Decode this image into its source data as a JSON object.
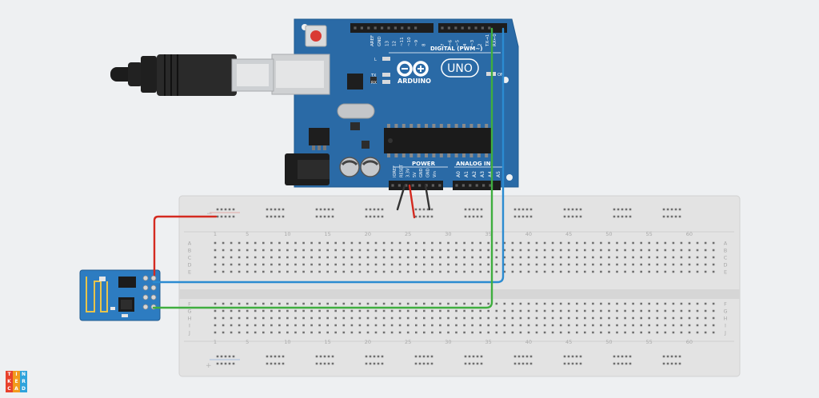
{
  "arduino": {
    "brand": "ARDUINO",
    "model": "UNO",
    "digital_label": "DIGITAL (PWM~)",
    "power_label": "POWER",
    "analog_label": "ANALOG IN",
    "led_labels": [
      "L",
      "TX",
      "RX"
    ],
    "on_label": "ON",
    "top_pins": [
      "AREF",
      "GND",
      "13",
      "12",
      "~11",
      "~10",
      "~9",
      "8",
      "7",
      "~6",
      "~5",
      "4",
      "~3",
      "2",
      "TX→1",
      "RX←0"
    ],
    "power_pins": [
      "IOREF",
      "RESET",
      "3.3V",
      "5V",
      "GND",
      "GND",
      "Vin"
    ],
    "analog_pins": [
      "A0",
      "A1",
      "A2",
      "A3",
      "A4",
      "A5"
    ],
    "board_color": "#2a6aa6"
  },
  "breadboard": {
    "column_numbers": [
      "1",
      "5",
      "10",
      "15",
      "20",
      "25",
      "30",
      "35",
      "40",
      "45",
      "50",
      "55",
      "60"
    ],
    "rows_top": [
      "A",
      "B",
      "C",
      "D",
      "E"
    ],
    "rows_bottom": [
      "F",
      "G",
      "H",
      "I",
      "J"
    ],
    "rail_signs": [
      "−",
      "+"
    ]
  },
  "wires": [
    {
      "name": "wire-red",
      "color": "#d42a20"
    },
    {
      "name": "wire-blue",
      "color": "#2b8bd1"
    },
    {
      "name": "wire-green",
      "color": "#3fae3f"
    },
    {
      "name": "wire-black",
      "color": "#333333"
    }
  ],
  "logo": {
    "letters": [
      "T",
      "I",
      "N",
      "K",
      "E",
      "R",
      "C",
      "A",
      "D"
    ],
    "colors": [
      "#e8412c",
      "#f29b1d",
      "#2ea3dc",
      "#e8412c",
      "#f29b1d",
      "#2ea3dc",
      "#e8412c",
      "#f29b1d",
      "#2ea3dc"
    ]
  }
}
